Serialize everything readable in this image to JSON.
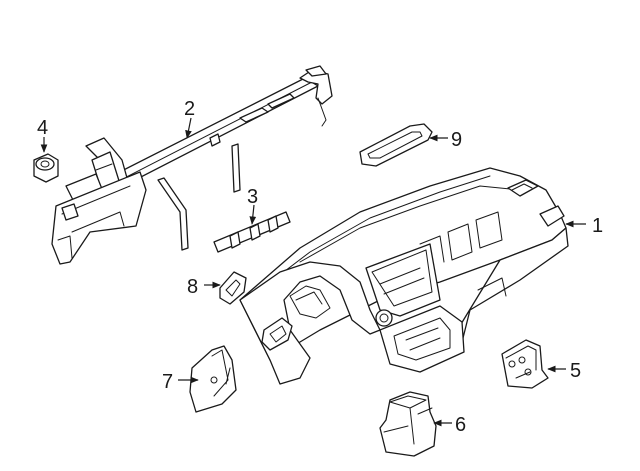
{
  "diagram": {
    "callouts": [
      {
        "id": "c1",
        "label": "1"
      },
      {
        "id": "c2",
        "label": "2"
      },
      {
        "id": "c3",
        "label": "3"
      },
      {
        "id": "c4",
        "label": "4"
      },
      {
        "id": "c5",
        "label": "5"
      },
      {
        "id": "c6",
        "label": "6"
      },
      {
        "id": "c7",
        "label": "7"
      },
      {
        "id": "c8",
        "label": "8"
      },
      {
        "id": "c9",
        "label": "9"
      }
    ],
    "colors": {
      "line": "#1a1a1a",
      "fill": "#ffffff",
      "background": "#ffffff"
    }
  }
}
